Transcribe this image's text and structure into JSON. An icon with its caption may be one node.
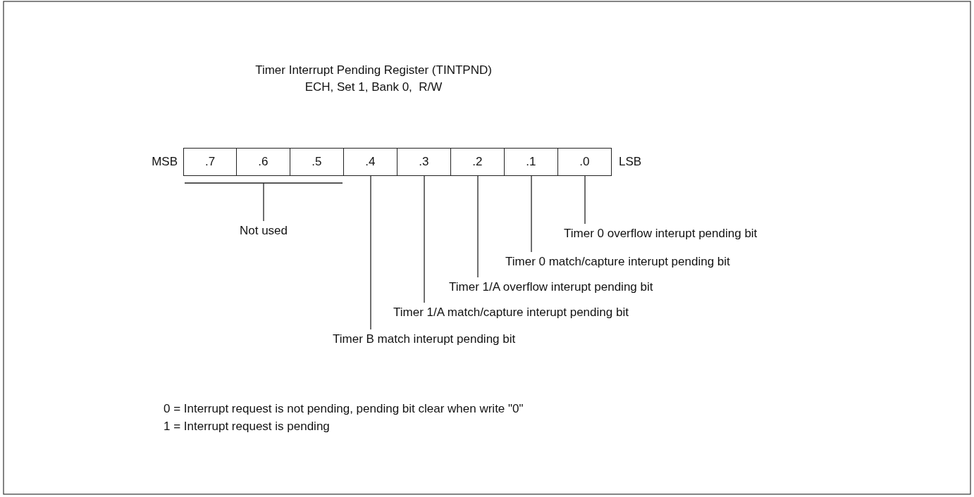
{
  "diagram": {
    "title": "Timer Interrupt Pending Register (TINTPND)",
    "nodes": [
      {
        "text": [
          ".7"
        ],
        "beside": [
          "MSB"
        ]
      },
      {
        "text": [
          ".6"
        ]
      },
      {
        "text": [
          ".5"
        ]
      },
      {
        "text": [
          ".4"
        ]
      },
      {
        "text": [
          ".3"
        ]
      },
      {
        "text": [
          ".2"
        ]
      },
      {
        "text": [
          ".1"
        ]
      },
      {
        "text": [
          ".0"
        ],
        "beside": [
          "LSB"
        ]
      },
      {
        "text": [
          "Not used"
        ]
      },
      {
        "text": [
          "Timer 0 overflow interupt pending bit"
        ]
      },
      {
        "text": [
          "Timer 0 match/capture interupt pending bit"
        ]
      },
      {
        "text": [
          "Timer 1/A overflow interupt pending bit"
        ]
      },
      {
        "text": [
          "Timer 1/A match/capture interupt pending bit"
        ]
      },
      {
        "text": [
          "Timer B match interupt pending bit"
        ]
      }
    ],
    "edges": [
      {
        "from": 8,
        "to": 0,
        "arrow": "none"
      },
      {
        "from": 8,
        "to": 1,
        "arrow": "none"
      },
      {
        "from": 8,
        "to": 2,
        "arrow": "none"
      },
      {
        "from": 9,
        "to": 7,
        "arrow": "none"
      },
      {
        "from": 10,
        "to": 6,
        "arrow": "none"
      },
      {
        "from": 11,
        "to": 5,
        "arrow": "none"
      },
      {
        "from": 12,
        "to": 4,
        "arrow": "none"
      },
      {
        "from": 13,
        "to": 3,
        "arrow": "none"
      }
    ],
    "labels": [
      "ECH, Set 1, Bank 0,  R/W",
      "0 = Interrupt request is not pending, pending bit clear when write \"0\"",
      "1 = Interrupt request is pending"
    ]
  }
}
